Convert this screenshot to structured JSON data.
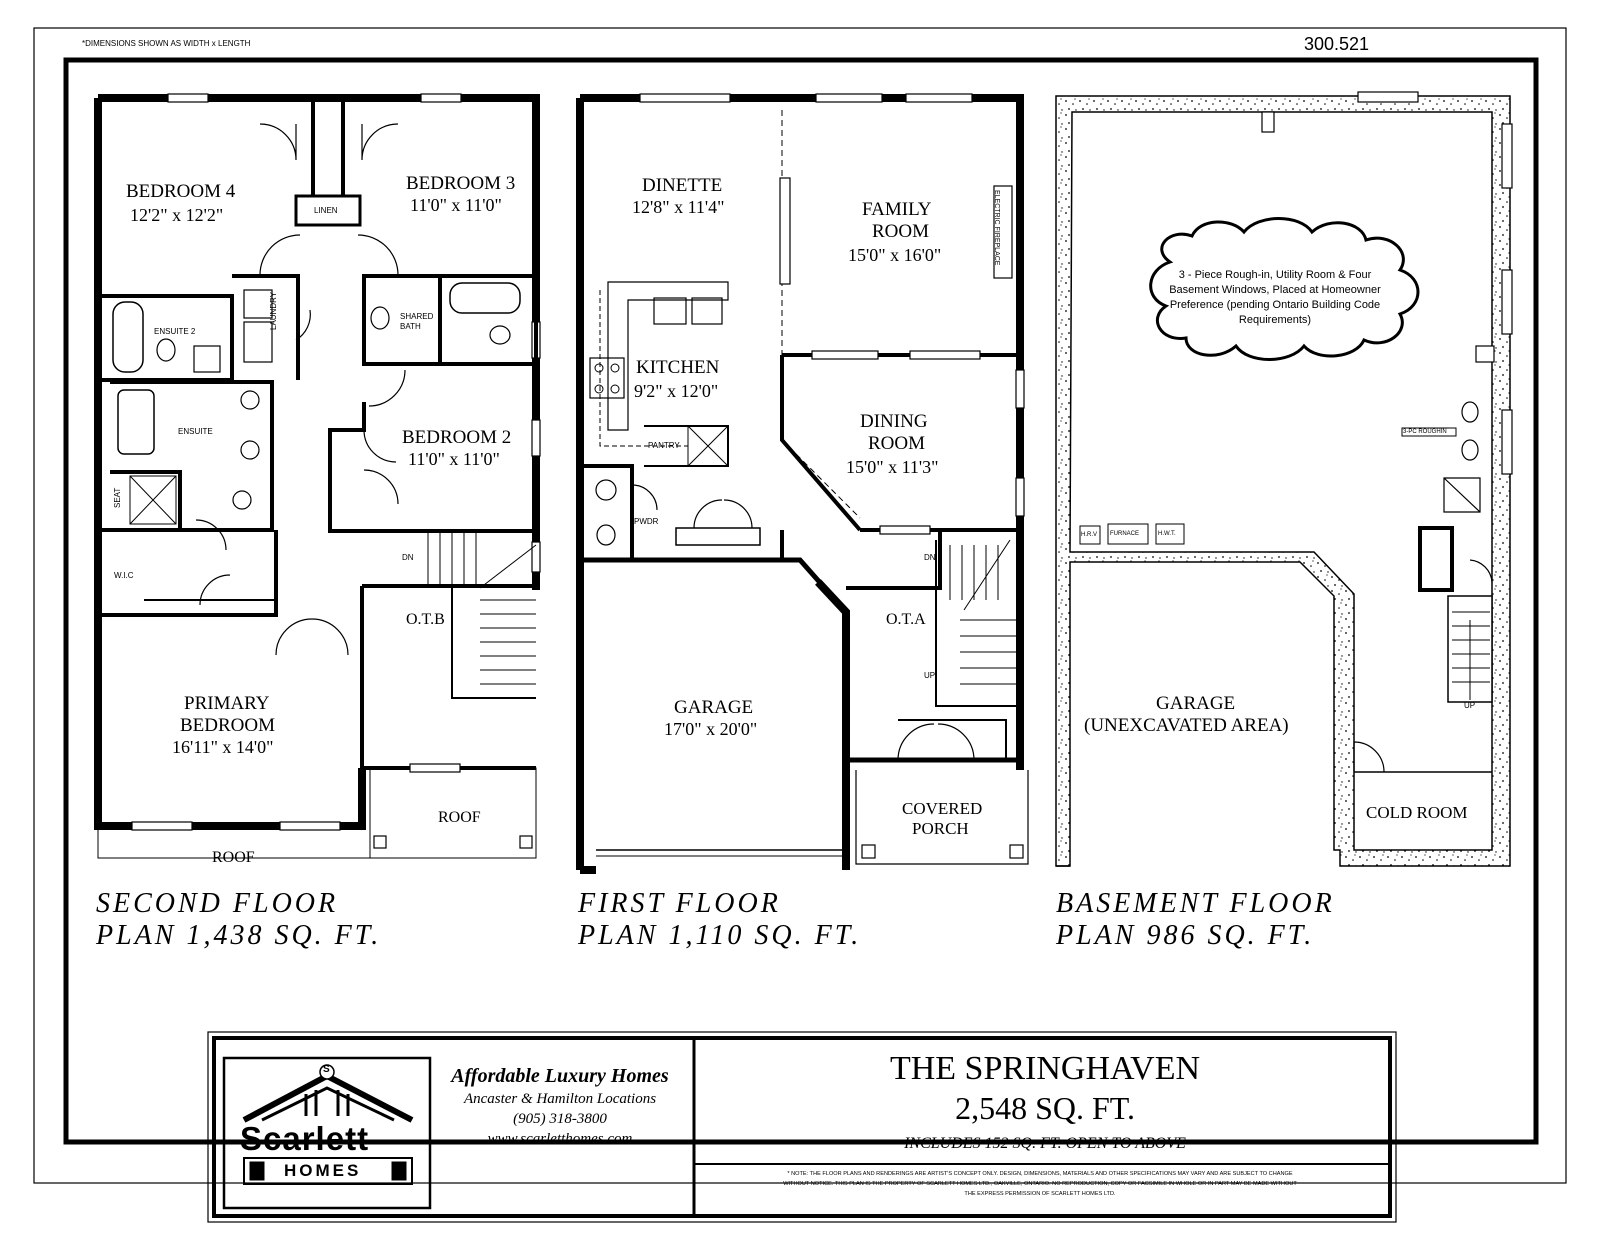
{
  "header": {
    "note": "*DIMENSIONS SHOWN AS WIDTH x LENGTH",
    "plan_code": "300.521"
  },
  "second_floor": {
    "rooms": {
      "bedroom4_name": "BEDROOM 4",
      "bedroom4_dim": "12'2\" x 12'2\"",
      "bedroom3_name": "BEDROOM 3",
      "bedroom3_dim": "11'0\" x 11'0\"",
      "linen": "LINEN",
      "ensuite2": "ENSUITE 2",
      "laundry": "LAUNDRY",
      "shared_bath": "SHARED BATH",
      "ensuite": "ENSUITE",
      "seat": "SEAT",
      "bedroom2_name": "BEDROOM 2",
      "bedroom2_dim": "11'0\" x 11'0\"",
      "dn": "DN",
      "wic": "W.I.C",
      "otb": "O.T.B",
      "primary_name_1": "PRIMARY",
      "primary_name_2": "BEDROOM",
      "primary_dim": "16'11\" x 14'0\"",
      "roof_right": "ROOF",
      "roof_bottom": "ROOF"
    },
    "caption_1": "SECOND FLOOR",
    "caption_2": "PLAN 1,438 SQ. FT."
  },
  "first_floor": {
    "rooms": {
      "dinette_name": "DINETTE",
      "dinette_dim": "12'8\" x 11'4\"",
      "family_name_1": "FAMILY",
      "family_name_2": "ROOM",
      "family_dim": "15'0\" x 16'0\"",
      "fireplace": "ELECTRIC FIREPLACE",
      "kitchen_name": "KITCHEN",
      "kitchen_dim": "9'2\" x 12'0\"",
      "pantry": "PANTRY",
      "dining_name_1": "DINING",
      "dining_name_2": "ROOM",
      "dining_dim": "15'0\" x 11'3\"",
      "pwdr": "PWDR",
      "dn": "DN",
      "up": "UP",
      "ota": "O.T.A",
      "garage_name": "GARAGE",
      "garage_dim": "17'0\" x 20'0\"",
      "porch_1": "COVERED",
      "porch_2": "PORCH"
    },
    "caption_1": "FIRST FLOOR",
    "caption_2": "PLAN 1,110 SQ. FT."
  },
  "basement": {
    "cloud_note": "3 - Piece Rough-in, Utility Room & Four Basement Windows, Placed at Homeowner Preference (pending Ontario Building Code Requirements)",
    "hrv": "H.R.V",
    "furnace": "FURNACE",
    "hwt": "H.W.T.",
    "rough": "3-PC ROUGHIN",
    "up": "UP",
    "garage_1": "GARAGE",
    "garage_2": "(UNEXCAVATED AREA)",
    "cold_room": "COLD ROOM",
    "caption_1": "BASEMENT FLOOR",
    "caption_2": "PLAN 986 SQ. FT."
  },
  "title_block": {
    "logo_letter": "S",
    "logo_name": "Scarlett",
    "logo_sub": "HOMES",
    "tagline": "Affordable Luxury Homes",
    "locations": "Ancaster & Hamilton Locations",
    "phone": "(905) 318-3800",
    "website": "www.scarletthomes.com",
    "model_name": "THE SPRINGHAVEN",
    "total_area": "2,548 SQ. FT.",
    "open_above": "INCLUDES 152 SQ. FT. OPEN TO ABOVE",
    "disclaimer_1": "* NOTE: THE FLOOR PLANS AND RENDERINGS ARE ARTIST'S CONCEPT ONLY. DESIGN, DIMENSIONS, MATERIALS AND OTHER SPECIFICATIONS MAY VARY AND ARE SUBJECT TO CHANGE",
    "disclaimer_2": "WITHOUT NOTICE. THIS PLAN IS THE PROPERTY OF SCARLETT HOMES LTD., OAKVILLE, ONTARIO. NO REPRODUCTION, COPY OR FACSIMILE IN WHOLE OR IN PART MAY BE MADE WITHOUT",
    "disclaimer_3": "THE EXPRESS PERMISSION OF SCARLETT HOMES LTD."
  }
}
